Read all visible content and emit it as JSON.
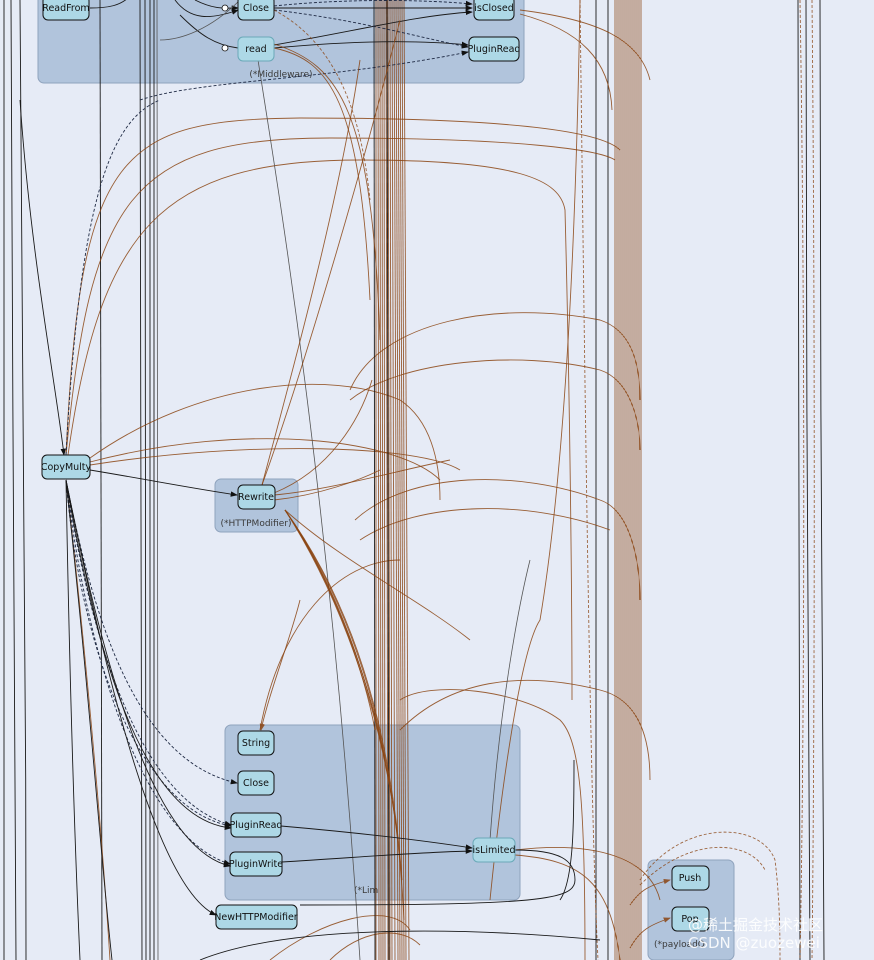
{
  "clusters": [
    {
      "id": "middleware",
      "label": "(*Middleware)"
    },
    {
      "id": "httpmodifier",
      "label": "(*HTTPModifier)"
    },
    {
      "id": "limiter",
      "label": "(*Lim"
    },
    {
      "id": "payloadq",
      "label": "(*payloadQ"
    }
  ],
  "nodes": {
    "readfrom": "ReadFrom",
    "close_top": "Close",
    "isclosed": "isClosed",
    "read": "read",
    "pluginread_top": "PluginRead",
    "copymulty": "CopyMulty",
    "rewrite": "Rewrite",
    "string": "String",
    "close_low": "Close",
    "pluginread_low": "PluginRead",
    "pluginwrite": "PluginWrite",
    "islimited": "isLimited",
    "newhttpmodifier": "NewHTTPModifier",
    "push": "Push",
    "pop": "Pop"
  },
  "watermark": {
    "line1": "@稀土掘金技术社区",
    "line2": "CSDN @zuozewei"
  },
  "colors": {
    "background": "#e6ebf6",
    "cluster_fill": "#b1c4dc",
    "node_fill": "#add8e6",
    "edge_brown": "#8b4513",
    "edge_black": "#1a1a1a"
  }
}
